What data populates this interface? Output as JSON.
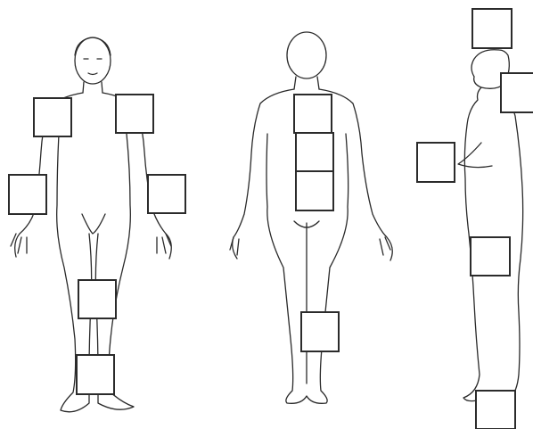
{
  "diagram": {
    "views": [
      {
        "id": "front",
        "boxes": [
          {
            "id": "left-shoulder"
          },
          {
            "id": "right-shoulder"
          },
          {
            "id": "left-upper-arm"
          },
          {
            "id": "right-upper-arm"
          },
          {
            "id": "knee"
          },
          {
            "id": "ankle"
          }
        ]
      },
      {
        "id": "back",
        "boxes": [
          {
            "id": "upper-back"
          },
          {
            "id": "mid-back"
          },
          {
            "id": "lower-back"
          },
          {
            "id": "calf"
          }
        ]
      },
      {
        "id": "side",
        "boxes": [
          {
            "id": "head-top"
          },
          {
            "id": "face"
          },
          {
            "id": "forearm"
          },
          {
            "id": "thigh"
          },
          {
            "id": "foot"
          }
        ]
      }
    ],
    "colors": {
      "outline": "#2a2a2a",
      "box_stroke": "#2b2b2b",
      "background": "#ffffff"
    }
  }
}
